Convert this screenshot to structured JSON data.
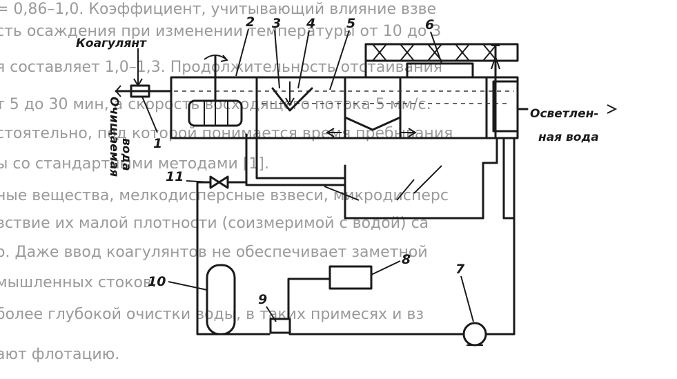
{
  "background_text": [
    "= 0,86–1,0. Коэффициент, учитывающий влияние взве",
    "сть осаждения при изменении температуры от 10 до 3",
    "я составляет 1,0–1,3. Продолжительность отстаивания",
    "т 5 до 30 мин, а скорость восходящего потока 5 мм/с.",
    "стоятельно, под которой понимается время пребывания",
    "ы со стандартными методами [1].",
    "ные вещества, мелкодисперсные взвеси, микродисперс",
    "вствие их малой плотности (соизмеримой с водой) са",
    "о. Даже ввод коагулянтов не обеспечивает заметной",
    "мышленных стоков.",
    "более глубокой очистки воды, в таких примесях и вз",
    "ают флотацию."
  ],
  "labels": {
    "coagulant": "Коагулянт",
    "inlet_line1": "Очищаемая",
    "inlet_line2": "вода",
    "outlet_line1": "Осветлен-",
    "outlet_line2": "ная вода"
  },
  "numbers": {
    "n1": "1",
    "n2": "2",
    "n3": "3",
    "n4": "4",
    "n5": "5",
    "n6": "6",
    "n7": "7",
    "n8": "8",
    "n9": "9",
    "n10": "10",
    "n11": "11"
  },
  "colors": {
    "ink": "#1a1a1a",
    "faded_text": "#9a9a9a",
    "paper": "#ffffff"
  }
}
